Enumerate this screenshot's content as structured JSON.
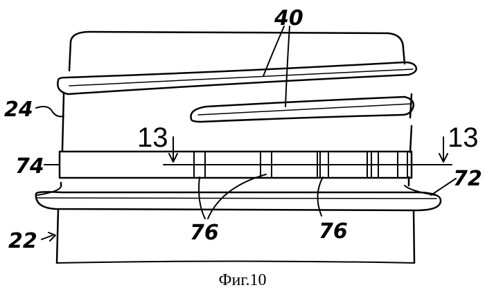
{
  "figure": {
    "labels": {
      "ref_40": "40",
      "ref_24": "24",
      "ref_74": "74",
      "ref_72": "72",
      "ref_22": "22",
      "ref_76_a": "76",
      "ref_76_b": "76",
      "section_left": "13",
      "section_right": "13"
    },
    "caption": "Фиг.10"
  }
}
